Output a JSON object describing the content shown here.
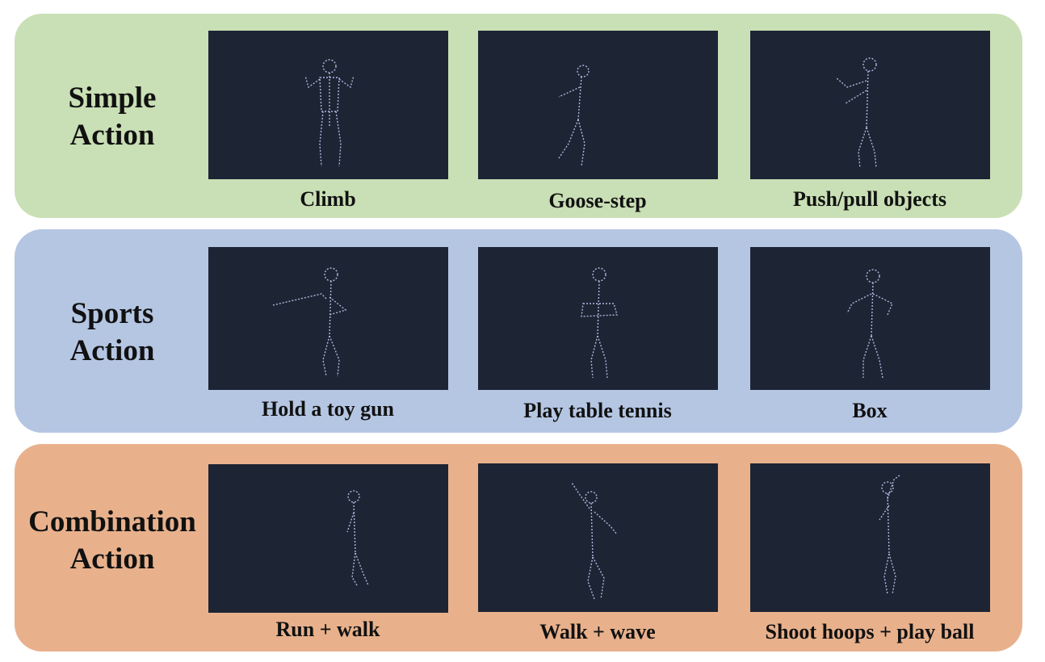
{
  "colors": {
    "simple": "#c9dfb5",
    "sports": "#b5c6e3",
    "combination": "#e8b18c",
    "frame_background": "#1d2434",
    "figure_stroke": "#c8d4ff"
  },
  "categories": [
    {
      "title_line1": "Simple",
      "title_line2": "Action",
      "clips": [
        {
          "caption": "Climb",
          "icon": "person-arms-raised-icon"
        },
        {
          "caption": "Goose-step",
          "icon": "person-stepping-icon"
        },
        {
          "caption": "Push/pull objects",
          "icon": "person-arms-forward-icon"
        }
      ]
    },
    {
      "title_line1": "Sports",
      "title_line2": "Action",
      "clips": [
        {
          "caption": "Hold a toy gun",
          "icon": "person-with-gun-icon"
        },
        {
          "caption": "Play table tennis",
          "icon": "person-standing-icon"
        },
        {
          "caption": "Box",
          "icon": "person-boxing-icon"
        }
      ]
    },
    {
      "title_line1": "Combination",
      "title_line2": "Action",
      "clips": [
        {
          "caption": "Run + walk",
          "icon": "person-walking-icon"
        },
        {
          "caption": "Walk + wave",
          "icon": "person-waving-icon"
        },
        {
          "caption": "Shoot hoops + play ball",
          "icon": "person-shooting-icon"
        }
      ]
    }
  ]
}
